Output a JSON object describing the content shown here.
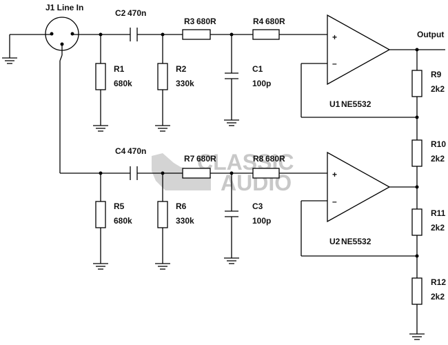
{
  "connector": {
    "label": "J1 Line In"
  },
  "output": {
    "label": "Output"
  },
  "watermark": {
    "line1": "CLASSIC",
    "line2": "AUDIO"
  },
  "components": {
    "c2": {
      "ref": "C2",
      "value": "470n"
    },
    "c4": {
      "ref": "C4",
      "value": "470n"
    },
    "r1": {
      "ref": "R1",
      "value": "680k"
    },
    "r2": {
      "ref": "R2",
      "value": "330k"
    },
    "r3": {
      "ref": "R3",
      "value": "680R"
    },
    "r4": {
      "ref": "R4",
      "value": "680R"
    },
    "r5": {
      "ref": "R5",
      "value": "680k"
    },
    "r6": {
      "ref": "R6",
      "value": "330k"
    },
    "r7": {
      "ref": "R7",
      "value": "680R"
    },
    "r8": {
      "ref": "R8",
      "value": "680R"
    },
    "c1": {
      "ref": "C1",
      "value": "100p"
    },
    "c3": {
      "ref": "C3",
      "value": "100p"
    },
    "r9": {
      "ref": "R9",
      "value": "2k2"
    },
    "r10": {
      "ref": "R10",
      "value": "2k2"
    },
    "r11": {
      "ref": "R11",
      "value": "2k2"
    },
    "r12": {
      "ref": "R12",
      "value": "2k2"
    },
    "u1": {
      "ref": "U1",
      "value": "NE5532",
      "plus": "+",
      "minus": "–"
    },
    "u2": {
      "ref": "U2",
      "value": "NE5532",
      "plus": "+",
      "minus": "–"
    }
  },
  "colors": {
    "line": "#000000",
    "watermark": "#c8c8c8",
    "background": "#ffffff"
  }
}
